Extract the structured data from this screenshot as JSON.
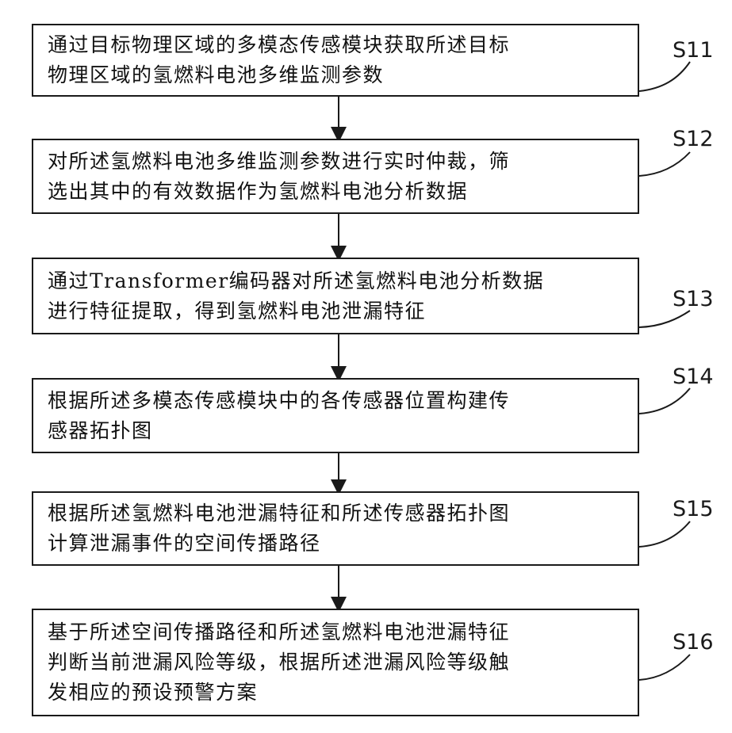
{
  "steps": [
    {
      "id": "S11",
      "text": "通过目标物理区域的多模态传感模块获取所述目标\n物理区域的氢燃料电池多维监测参数"
    },
    {
      "id": "S12",
      "text": "对所述氢燃料电池多维监测参数进行实时仲裁，筛\n选出其中的有效数据作为氢燃料电池分析数据"
    },
    {
      "id": "S13",
      "text": "通过Transformer编码器对所述氢燃料电池分析数据\n进行特征提取，得到氢燃料电池泄漏特征"
    },
    {
      "id": "S14",
      "text": "根据所述多模态传感模块中的各传感器位置构建传\n感器拓扑图"
    },
    {
      "id": "S15",
      "text": "根据所述氢燃料电池泄漏特征和所述传感器拓扑图\n计算泄漏事件的空间传播路径"
    },
    {
      "id": "S16",
      "text": "基于所述空间传播路径和所述氢燃料电池泄漏特征\n判断当前泄漏风险等级，根据所述泄漏风险等级触\n发相应的预设预警方案"
    }
  ]
}
